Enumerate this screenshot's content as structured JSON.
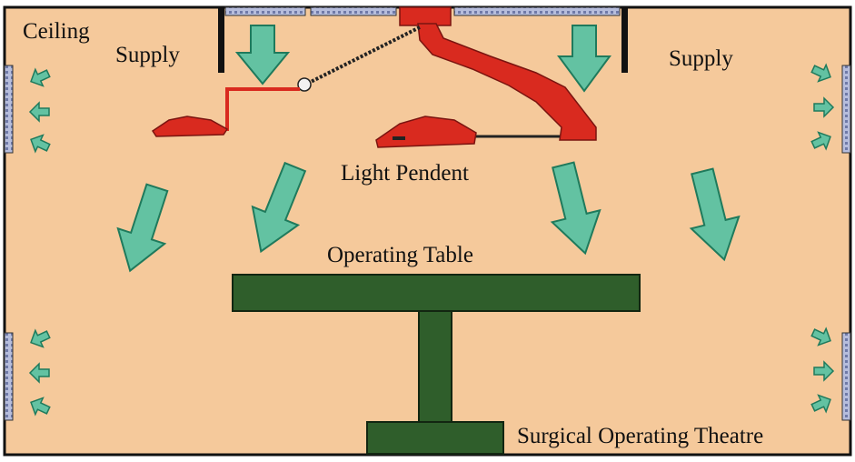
{
  "labels": {
    "ceiling": "Ceiling",
    "supply_left": "Supply",
    "supply_right": "Supply",
    "light_pendent": "Light Pendent",
    "operating_table": "Operating Table",
    "theatre": "Surgical Operating Theatre"
  },
  "colors": {
    "room_fill": "#f5c99b",
    "wall": "#111111",
    "diffuser": "#9aa4cc",
    "arrow_fill": "#63c2a2",
    "arrow_stroke": "#1f7a5c",
    "lamp_red": "#d92a1f",
    "table_green": "#2f5e2b"
  },
  "icons": {
    "supply_down_arrow": "arrow-down-icon",
    "airflow_arrow": "arrow-diagonal-icon",
    "exhaust_left": "arrow-left-icon",
    "exhaust_right": "arrow-right-icon"
  }
}
